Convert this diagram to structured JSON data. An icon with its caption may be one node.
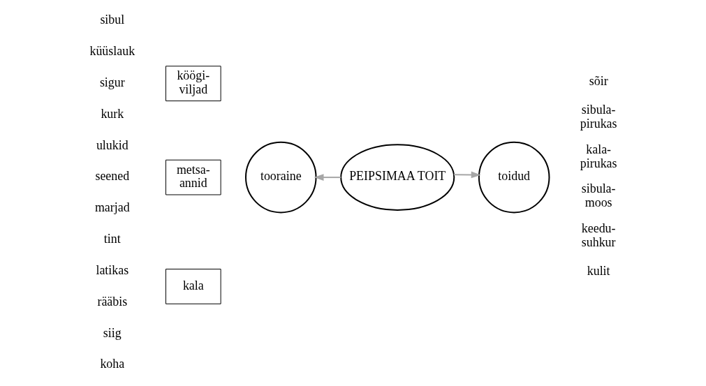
{
  "diagram": {
    "nodes": [
      {
        "text": [
          "PEIPSIMAA TOIT"
        ]
      },
      {
        "text": [
          "tooraine"
        ]
      },
      {
        "text": [
          "toidud"
        ],
        "beside": [
          "sõir",
          "sibula- pirukas",
          "kala- pirukas",
          "sibula- moos",
          "keedu- suhkur",
          "kulit"
        ]
      },
      {
        "text": [
          "köögi- viljad"
        ],
        "beside": [
          "sibul",
          "küüslauk",
          "sigur",
          "kurk"
        ]
      },
      {
        "text": [
          "metsa- annid"
        ],
        "beside": [
          "ulukid",
          "seened",
          "marjad"
        ]
      },
      {
        "text": [
          "kala"
        ],
        "beside": [
          "tint",
          "latikas",
          "rääbis",
          "siig",
          "koha"
        ]
      }
    ],
    "edges": [
      {
        "from": 0,
        "to": 1,
        "arrow": "to"
      },
      {
        "from": 0,
        "to": 2,
        "arrow": "to"
      }
    ]
  }
}
